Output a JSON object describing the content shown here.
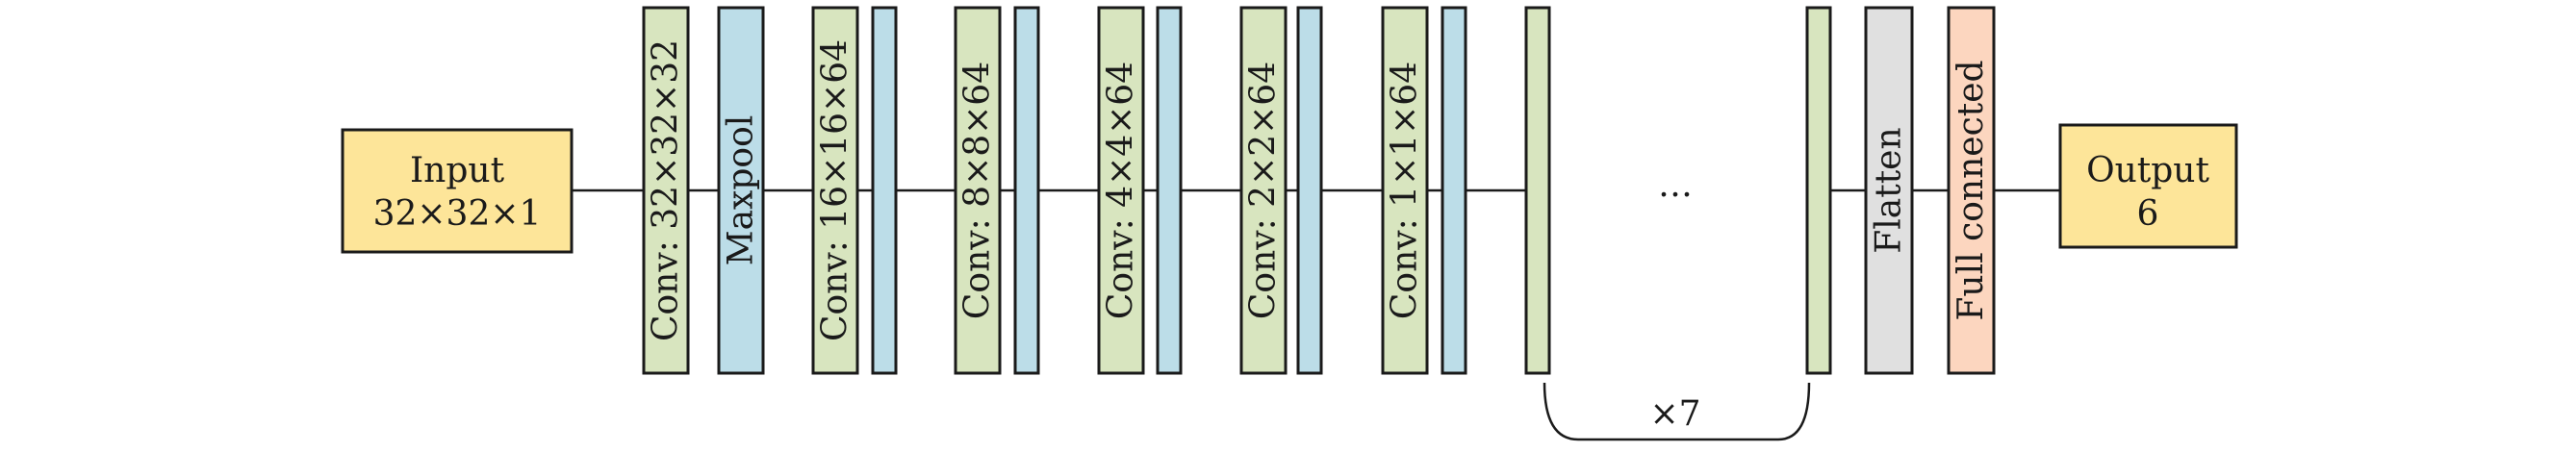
{
  "diagram": {
    "input": {
      "line1": "Input",
      "line2": "32×32×1"
    },
    "output": {
      "line1": "Output",
      "line2": "6"
    },
    "layers": [
      {
        "label": "Conv: 32×32×32",
        "kind": "conv"
      },
      {
        "label": "Maxpool",
        "kind": "pool"
      },
      {
        "label": "Conv: 16×16×64",
        "kind": "conv"
      },
      {
        "label": "",
        "kind": "pool"
      },
      {
        "label": "Conv: 8×8×64",
        "kind": "conv"
      },
      {
        "label": "",
        "kind": "pool"
      },
      {
        "label": "Conv: 4×4×64",
        "kind": "conv"
      },
      {
        "label": "",
        "kind": "pool"
      },
      {
        "label": "Conv: 2×2×64",
        "kind": "conv"
      },
      {
        "label": "",
        "kind": "pool"
      },
      {
        "label": "Conv: 1×1×64",
        "kind": "conv"
      },
      {
        "label": "",
        "kind": "pool"
      },
      {
        "label": "",
        "kind": "conv"
      },
      {
        "label": "",
        "kind": "conv"
      },
      {
        "label": "Flatten",
        "kind": "flatten"
      },
      {
        "label": "Full connected",
        "kind": "fc"
      }
    ],
    "ellipsis": "…",
    "repeat_label": "×7",
    "colors": {
      "io": "#fde599",
      "conv": "#d8e5bf",
      "pool": "#bcdde8",
      "flatten": "#e0e0e0",
      "fc": "#fcd6bf",
      "stroke": "#1a1a1a"
    }
  }
}
